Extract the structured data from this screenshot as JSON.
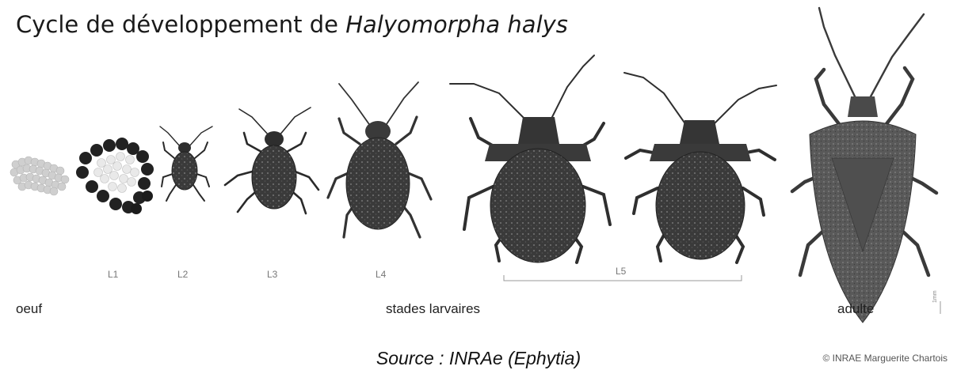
{
  "title": {
    "main": "Cycle de développement de",
    "species": "Halyomorpha halys"
  },
  "stages": {
    "egg": "oeuf",
    "larval_group": "stades larvaires",
    "adult": "adulte",
    "l1": "L1",
    "l2": "L2",
    "l3": "L3",
    "l4": "L4",
    "l5": "L5"
  },
  "scale_label": "1mm",
  "source": "Source : INRAe (Ephytia)",
  "credit": "© INRAE Marguerite Chartois"
}
